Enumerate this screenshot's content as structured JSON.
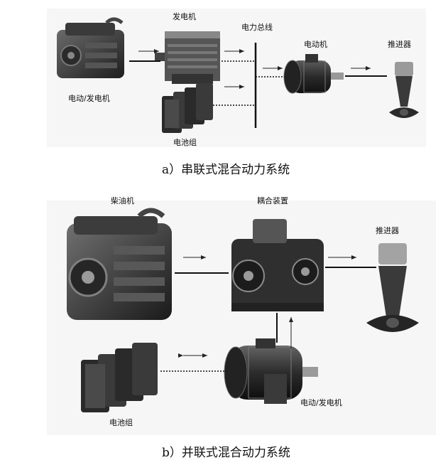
{
  "panel_a": {
    "labels": {
      "generator": "发电机",
      "power_bus": "电力总线",
      "motor_generator": "电动/发电机",
      "motor": "电动机",
      "propeller": "推进器",
      "battery_pack": "电池组"
    },
    "caption": "a）串联式混合动力系统"
  },
  "panel_b": {
    "labels": {
      "diesel_engine": "柴油机",
      "coupling_device": "耦合装置",
      "propeller": "推进器",
      "battery_pack": "电池组",
      "motor_generator": "电动/发电机"
    },
    "caption": "b）并联式混合动力系统"
  }
}
